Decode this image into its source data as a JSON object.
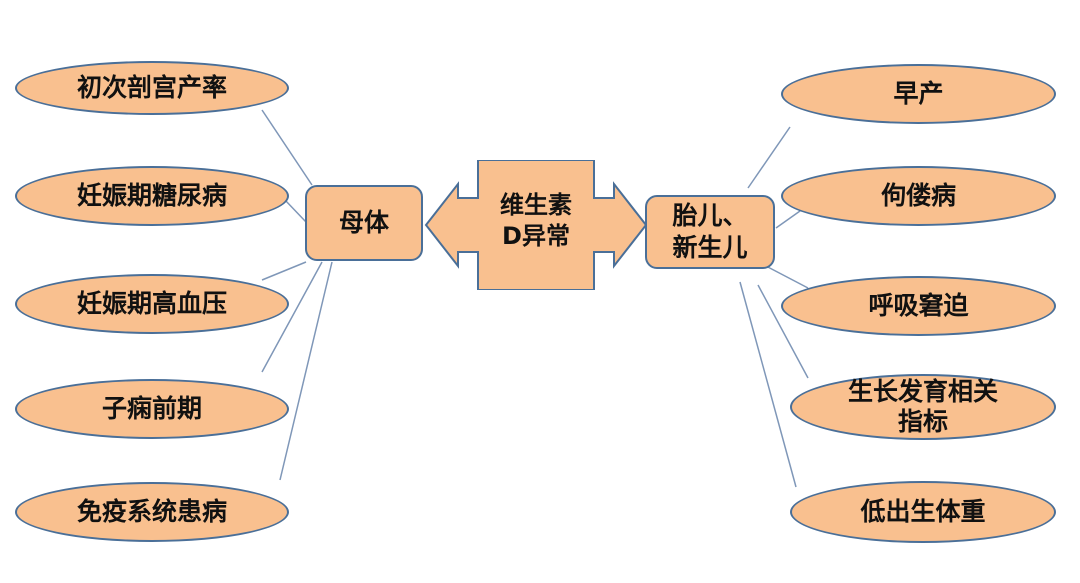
{
  "center": {
    "line1": "维生素",
    "line2": "D异常"
  },
  "mother": {
    "label": "母体"
  },
  "fetus": {
    "line1": "胎儿、",
    "line2": "新生儿"
  },
  "mother_outcomes": [
    "初次剖宫产率",
    "妊娠期糖尿病",
    "妊娠期高血压",
    "子痫前期",
    "免疫系统患病"
  ],
  "fetus_outcomes": [
    "早产",
    "佝偻病",
    "呼吸窘迫",
    "生长发育相关",
    "指标",
    "低出生体重"
  ],
  "colors": {
    "fill": "#f9c08f",
    "border": "#4a6f98",
    "line": "#7f97b8"
  }
}
